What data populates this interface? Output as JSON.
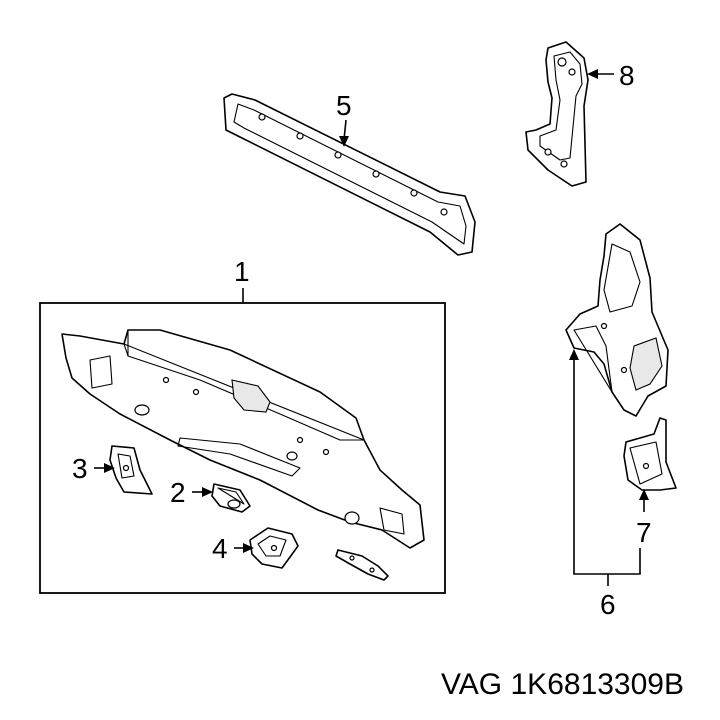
{
  "callouts": {
    "c1": "1",
    "c2": "2",
    "c3": "3",
    "c4": "4",
    "c5": "5",
    "c6": "6",
    "c7": "7",
    "c8": "8"
  },
  "footer": {
    "brand": "VAG",
    "part_number": "1K6813309B"
  }
}
